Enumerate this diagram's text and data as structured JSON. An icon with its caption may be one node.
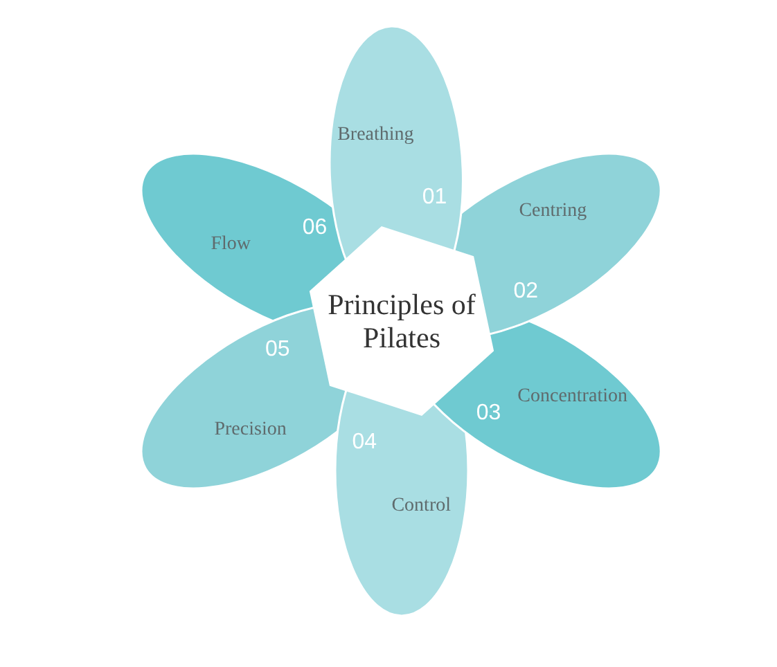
{
  "diagram": {
    "title": "Principles of Pilates",
    "nodes": [
      {
        "text": [
          "Breathing",
          "01"
        ]
      },
      {
        "text": [
          "Centring",
          "02"
        ]
      },
      {
        "text": [
          "Concentration",
          "03"
        ]
      },
      {
        "text": [
          "04",
          "Control"
        ]
      },
      {
        "text": [
          "05",
          "Precision"
        ]
      },
      {
        "text": [
          "Flow",
          "06"
        ]
      }
    ],
    "edges": []
  }
}
